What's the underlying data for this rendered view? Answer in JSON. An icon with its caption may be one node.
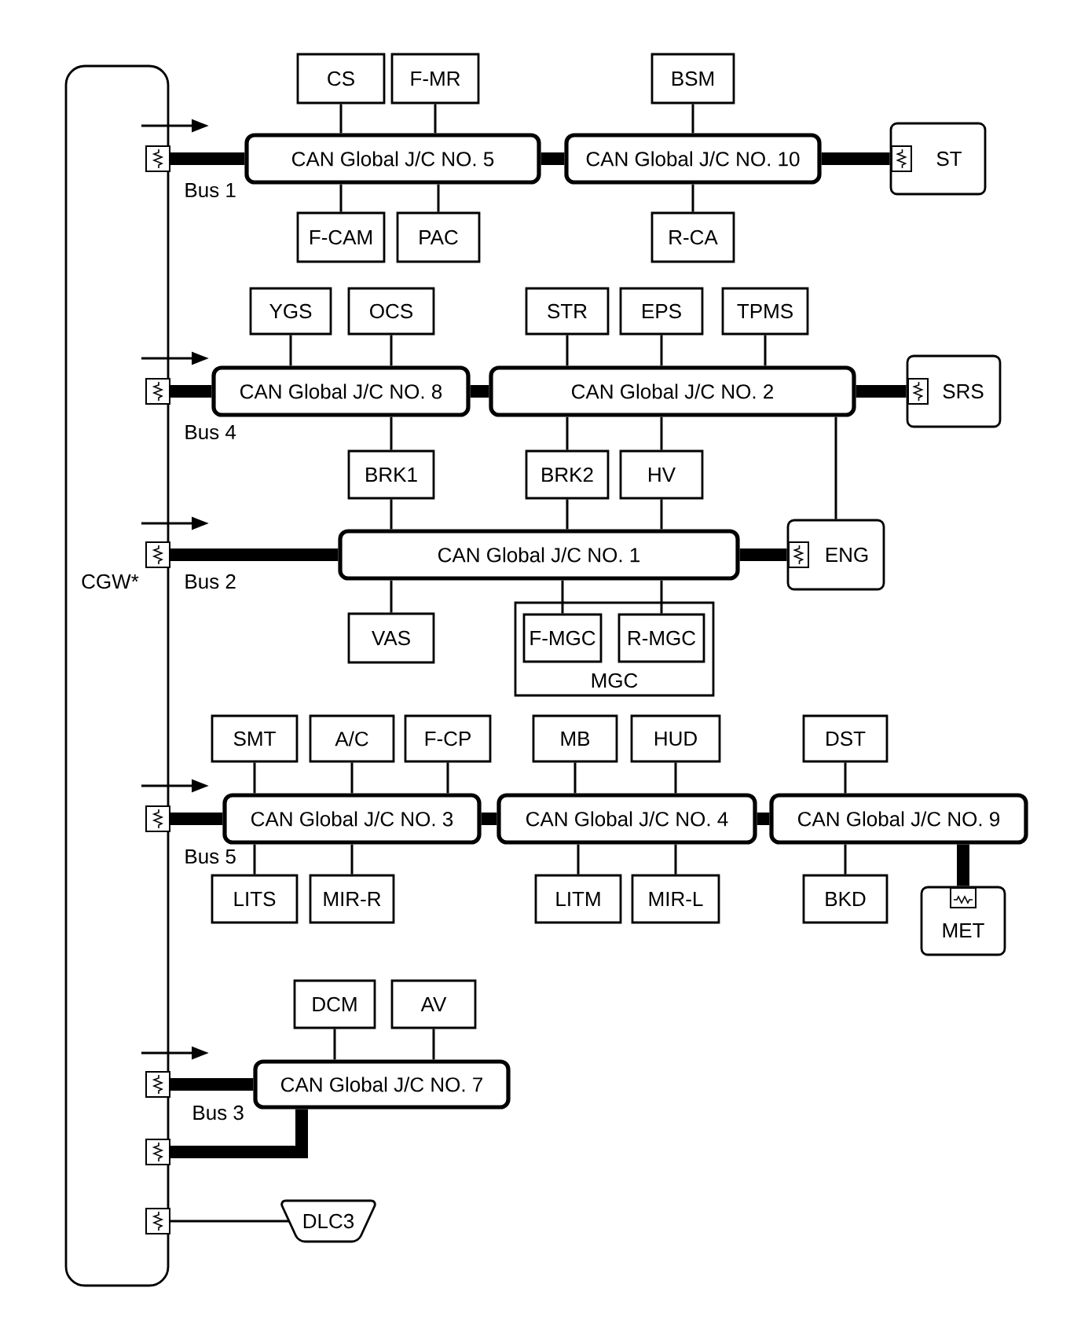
{
  "diagram": {
    "nodes": [
      {
        "text": [
          "CGW*"
        ]
      },
      {
        "text": [
          "CS"
        ]
      },
      {
        "text": [
          "F-MR"
        ]
      },
      {
        "text": [
          "BSM"
        ]
      },
      {
        "text": [
          "CAN Global J/C NO. 5"
        ]
      },
      {
        "text": [
          "CAN Global J/C NO. 10"
        ]
      },
      {
        "text": [
          "ST"
        ]
      },
      {
        "text": [
          "F-CAM"
        ]
      },
      {
        "text": [
          "PAC"
        ]
      },
      {
        "text": [
          "R-CA"
        ]
      },
      {
        "text": [
          "YGS"
        ]
      },
      {
        "text": [
          "OCS"
        ]
      },
      {
        "text": [
          "STR"
        ]
      },
      {
        "text": [
          "EPS"
        ]
      },
      {
        "text": [
          "TPMS"
        ]
      },
      {
        "text": [
          "CAN Global J/C NO. 8"
        ]
      },
      {
        "text": [
          "CAN Global J/C NO. 2"
        ]
      },
      {
        "text": [
          "SRS"
        ]
      },
      {
        "text": [
          "BRK1"
        ]
      },
      {
        "text": [
          "BRK2"
        ]
      },
      {
        "text": [
          "HV"
        ]
      },
      {
        "text": [
          "CAN Global J/C NO. 1"
        ]
      },
      {
        "text": [
          "ENG"
        ]
      },
      {
        "text": [
          "VAS"
        ]
      },
      {
        "text": [
          "MGC"
        ]
      },
      {
        "text": [
          "F-MGC"
        ],
        "in": 24
      },
      {
        "text": [
          "R-MGC"
        ],
        "in": 24
      },
      {
        "text": [
          "SMT"
        ]
      },
      {
        "text": [
          "A/C"
        ]
      },
      {
        "text": [
          "F-CP"
        ]
      },
      {
        "text": [
          "MB"
        ]
      },
      {
        "text": [
          "HUD"
        ]
      },
      {
        "text": [
          "DST"
        ]
      },
      {
        "text": [
          "CAN Global J/C NO. 3"
        ]
      },
      {
        "text": [
          "CAN Global J/C NO. 4"
        ]
      },
      {
        "text": [
          "CAN Global J/C NO. 9"
        ]
      },
      {
        "text": [
          "LITS"
        ]
      },
      {
        "text": [
          "MIR-R"
        ]
      },
      {
        "text": [
          "LITM"
        ]
      },
      {
        "text": [
          "MIR-L"
        ]
      },
      {
        "text": [
          "BKD"
        ]
      },
      {
        "text": [
          "MET"
        ]
      },
      {
        "text": [
          "DCM"
        ]
      },
      {
        "text": [
          "AV"
        ]
      },
      {
        "text": [
          "CAN Global J/C NO. 7"
        ]
      },
      {
        "text": [
          "DLC3"
        ]
      }
    ],
    "edges": [
      {
        "from": 0,
        "to": 4,
        "arrow": "other",
        "style": "thick",
        "label": "Bus 1"
      },
      {
        "from": 4,
        "to": 5,
        "arrow": "none",
        "style": "thick"
      },
      {
        "from": 5,
        "to": 6,
        "arrow": "other",
        "style": "thick"
      },
      {
        "from": 1,
        "to": 4,
        "arrow": "none"
      },
      {
        "from": 2,
        "to": 4,
        "arrow": "none"
      },
      {
        "from": 3,
        "to": 5,
        "arrow": "none"
      },
      {
        "from": 4,
        "to": 7,
        "arrow": "none"
      },
      {
        "from": 4,
        "to": 8,
        "arrow": "none"
      },
      {
        "from": 5,
        "to": 9,
        "arrow": "none"
      },
      {
        "from": 0,
        "to": 15,
        "arrow": "other",
        "style": "thick",
        "label": "Bus 4"
      },
      {
        "from": 15,
        "to": 16,
        "arrow": "none",
        "style": "thick"
      },
      {
        "from": 16,
        "to": 17,
        "arrow": "other",
        "style": "thick"
      },
      {
        "from": 10,
        "to": 15,
        "arrow": "none"
      },
      {
        "from": 11,
        "to": 15,
        "arrow": "none"
      },
      {
        "from": 12,
        "to": 16,
        "arrow": "none"
      },
      {
        "from": 13,
        "to": 16,
        "arrow": "none"
      },
      {
        "from": 14,
        "to": 16,
        "arrow": "none"
      },
      {
        "from": 15,
        "to": 18,
        "arrow": "none"
      },
      {
        "from": 18,
        "to": 21,
        "arrow": "none"
      },
      {
        "from": 16,
        "to": 19,
        "arrow": "none"
      },
      {
        "from": 19,
        "to": 21,
        "arrow": "none"
      },
      {
        "from": 16,
        "to": 20,
        "arrow": "none"
      },
      {
        "from": 20,
        "to": 21,
        "arrow": "none"
      },
      {
        "from": 16,
        "to": 22,
        "arrow": "none"
      },
      {
        "from": 0,
        "to": 21,
        "arrow": "other",
        "style": "thick",
        "label": "Bus 2"
      },
      {
        "from": 21,
        "to": 22,
        "arrow": "other",
        "style": "thick"
      },
      {
        "from": 21,
        "to": 23,
        "arrow": "none"
      },
      {
        "from": 21,
        "to": 25,
        "arrow": "none"
      },
      {
        "from": 21,
        "to": 26,
        "arrow": "none"
      },
      {
        "from": 0,
        "to": 33,
        "arrow": "other",
        "style": "thick",
        "label": "Bus 5"
      },
      {
        "from": 33,
        "to": 34,
        "arrow": "none",
        "style": "thick"
      },
      {
        "from": 34,
        "to": 35,
        "arrow": "none",
        "style": "thick"
      },
      {
        "from": 35,
        "to": 41,
        "arrow": "other",
        "style": "thick"
      },
      {
        "from": 27,
        "to": 33,
        "arrow": "none"
      },
      {
        "from": 28,
        "to": 33,
        "arrow": "none"
      },
      {
        "from": 29,
        "to": 33,
        "arrow": "none"
      },
      {
        "from": 30,
        "to": 34,
        "arrow": "none"
      },
      {
        "from": 31,
        "to": 34,
        "arrow": "none"
      },
      {
        "from": 32,
        "to": 35,
        "arrow": "none"
      },
      {
        "from": 33,
        "to": 36,
        "arrow": "none"
      },
      {
        "from": 33,
        "to": 37,
        "arrow": "none"
      },
      {
        "from": 34,
        "to": 38,
        "arrow": "none"
      },
      {
        "from": 34,
        "to": 39,
        "arrow": "none"
      },
      {
        "from": 35,
        "to": 40,
        "arrow": "none"
      },
      {
        "from": 0,
        "to": 44,
        "arrow": "other",
        "style": "thick",
        "label": "Bus 3"
      },
      {
        "from": 44,
        "to": 0,
        "arrow": "other",
        "style": "thick"
      },
      {
        "from": 42,
        "to": 44,
        "arrow": "none"
      },
      {
        "from": 43,
        "to": 44,
        "arrow": "none"
      },
      {
        "from": 0,
        "to": 45,
        "arrow": "other"
      }
    ]
  }
}
